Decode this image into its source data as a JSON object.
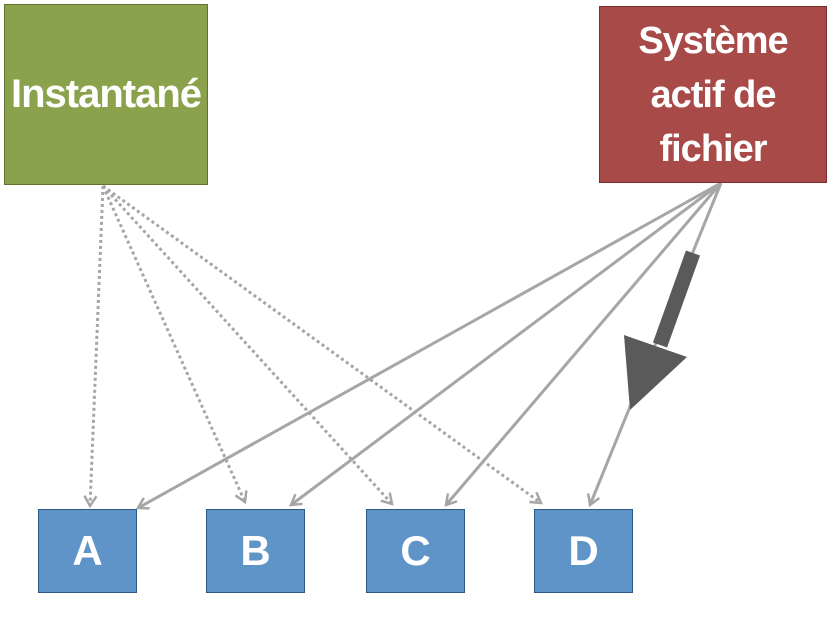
{
  "nodes": {
    "snapshot": {
      "label": "Instantané",
      "color": "#8aa24b"
    },
    "active_fs": {
      "label_lines": [
        "Système",
        "actif de",
        "fichier"
      ],
      "color": "#a84a48"
    },
    "blocks": [
      {
        "id": "a",
        "label": "A"
      },
      {
        "id": "b",
        "label": "B"
      },
      {
        "id": "c",
        "label": "C"
      },
      {
        "id": "d",
        "label": "D"
      }
    ],
    "block_color": "#5f94c9"
  },
  "edges": {
    "snapshot_refs": {
      "from": "snapshot",
      "to": [
        "a",
        "b",
        "c",
        "d"
      ],
      "style": "dotted",
      "color": "#a6a6a6"
    },
    "active_refs": {
      "from": "active_fs",
      "to": [
        "a",
        "b",
        "c",
        "d"
      ],
      "style": "solid",
      "color": "#a6a6a6"
    },
    "highlight": {
      "near_edge_to": "d",
      "color": "#5a5a5a"
    }
  }
}
